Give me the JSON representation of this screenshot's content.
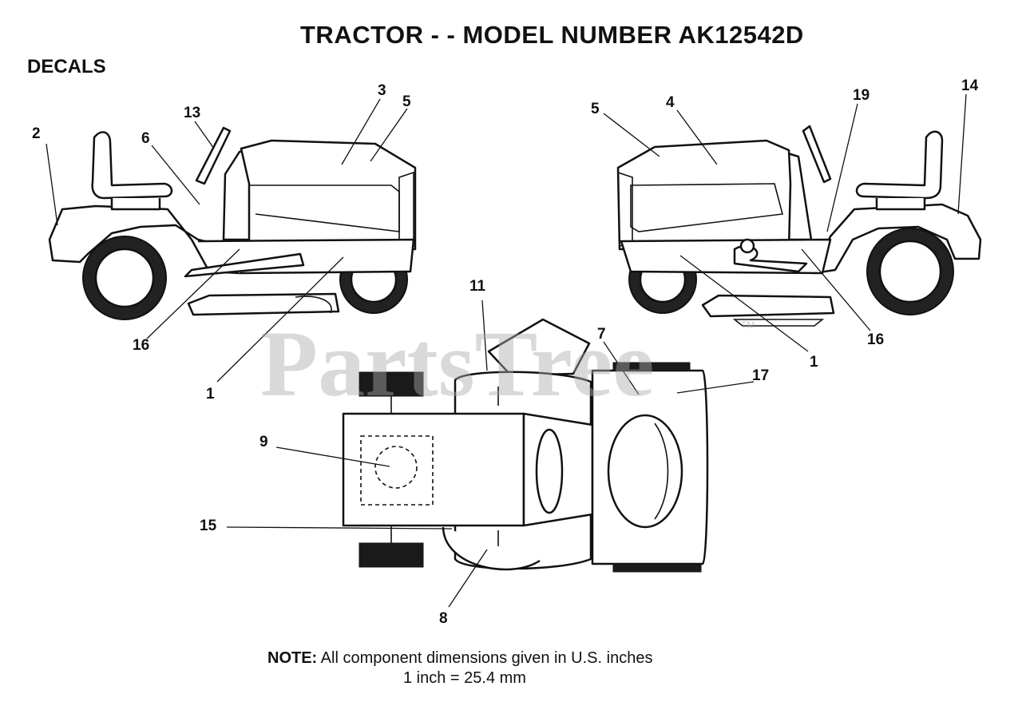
{
  "title": "TRACTOR - - MODEL NUMBER AK12542D",
  "section_label": "DECALS",
  "watermark": "PartsTree",
  "watermark_tm": "TM",
  "note": {
    "prefix": "NOTE:",
    "text": " All component dimensions given in U.S. inches",
    "conversion": "1 inch = 25.4 mm"
  },
  "callouts": {
    "left_view": [
      "2",
      "6",
      "13",
      "3",
      "5",
      "16",
      "1"
    ],
    "right_view": [
      "5",
      "4",
      "19",
      "14",
      "16",
      "1"
    ],
    "top_view": [
      "11",
      "7",
      "17",
      "9",
      "15",
      "8"
    ]
  }
}
